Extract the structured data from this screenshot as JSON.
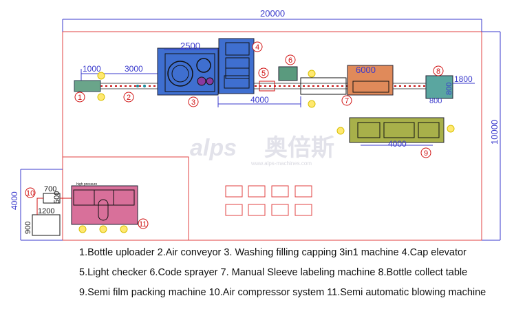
{
  "dimensions": {
    "total_length": "20000",
    "total_width": "10000",
    "d_1000": "1000",
    "d_3000": "3000",
    "d_2500": "2500",
    "d_4000_conveyor": "4000",
    "d_6000": "6000",
    "d_1800": "1800",
    "d_800": "800",
    "d_800b": "800",
    "d_4000_film": "4000",
    "d_4000_room": "4000",
    "d_700": "700",
    "d_500": "500",
    "d_1200": "1200",
    "d_900": "900"
  },
  "markers": [
    "1",
    "2",
    "3",
    "4",
    "5",
    "6",
    "7",
    "8",
    "9",
    "10",
    "11"
  ],
  "small_label": "high pressure",
  "watermark": {
    "brand": "alps",
    "cn": "奥倍斯",
    "sub": "www.alps-machines.com"
  },
  "colors": {
    "red_line": "#e04040",
    "blue_dim": "#3a3acc",
    "machine3": "#3f6fd0",
    "machine4": "#3f6fd0",
    "machine6": "#5a9a7e",
    "machine7": "#e08a5a",
    "machine8": "#5aa6a0",
    "machine9": "#a8b04a",
    "machine11": "#d8709a",
    "machine1": "#6aa58a"
  },
  "legend": {
    "line1": "1.Bottle uploader   2.Air conveyor   3. Washing filling capping 3in1 machine   4.Cap elevator",
    "line2": "5.Light checker   6.Code sprayer   7. Manual Sleeve labeling machine   8.Bottle collect table",
    "line3": "9.Semi film packing machine   10.Air compressor system    11.Semi automatic blowing machine"
  }
}
